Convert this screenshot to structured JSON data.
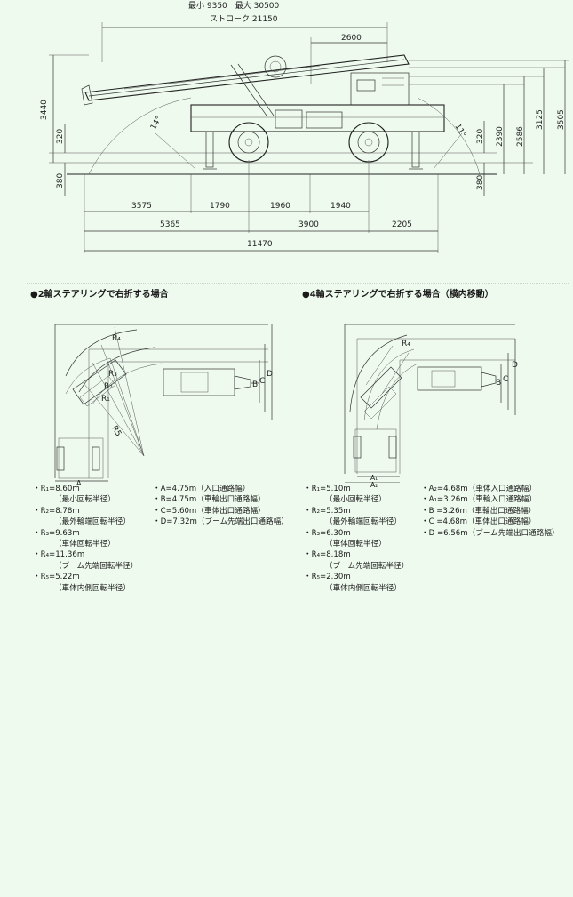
{
  "top": {
    "minmax": "最小 9350　最大 30500",
    "stroke": "ストローク 21150",
    "dims": {
      "d2600": "2600",
      "d3440": "3440",
      "d320a": "320",
      "d380a": "380",
      "d14": "14°",
      "d11": "11°",
      "d320b": "320",
      "d2390": "2390",
      "d2586": "2586",
      "d3125": "3125",
      "d3505": "3505",
      "d380b": "380",
      "d3575": "3575",
      "d1790": "1790",
      "d1960": "1960",
      "d1940": "1940",
      "d5365": "5365",
      "d3900": "3900",
      "d2205": "2205",
      "d11470": "11470"
    }
  },
  "left": {
    "title": "●2輪ステアリングで右折する場合",
    "labels": {
      "r4": "R₄",
      "r3": "R₃",
      "r2": "R₂",
      "r1": "R₁",
      "r5": "R5",
      "b": "B",
      "c": "C",
      "d": "D",
      "a": "A"
    },
    "r_items": [
      {
        "main": "・R₁=8.60m",
        "sub": "（最小回転半径）"
      },
      {
        "main": "・R₂=8.78m",
        "sub": "（最外輪端回転半径）"
      },
      {
        "main": "・R₃=9.63m",
        "sub": "（車体回転半径）"
      },
      {
        "main": "・R₄=11.36m",
        "sub": "（ブーム先端回転半径）"
      },
      {
        "main": "・R₅=5.22m",
        "sub": "（車体内側回転半径）"
      }
    ],
    "abcd_items": [
      "・A=4.75m（入口通路幅）",
      "・B=4.75m（車輪出口通路幅）",
      "・C=5.60m（車体出口通路幅）",
      "・D=7.32m（ブーム先端出口通路幅）"
    ]
  },
  "right": {
    "title": "●4輪ステアリングで右折する場合（横内移動）",
    "labels": {
      "r4": "R₄",
      "b": "B",
      "c": "C",
      "d": "D",
      "a1": "A₁",
      "a2": "A₂"
    },
    "r_items": [
      {
        "main": "・R₁=5.10m",
        "sub": "（最小回転半径）"
      },
      {
        "main": "・R₂=5.35m",
        "sub": "（最外輪端回転半径）"
      },
      {
        "main": "・R₃=6.30m",
        "sub": "（車体回転半径）"
      },
      {
        "main": "・R₄=8.18m",
        "sub": "（ブーム先端回転半径）"
      },
      {
        "main": "・R₅=2.30m",
        "sub": "（車体内側回転半径）"
      }
    ],
    "abcd_items": [
      "・A₂=4.68m（車体入口通路幅）",
      "・A₁=3.26m（車輪入口通路幅）",
      "・B =3.26m（車輪出口通路幅）",
      "・C =4.68m（車体出口通路幅）",
      "・D =6.56m（ブーム先端出口通路幅）"
    ]
  }
}
